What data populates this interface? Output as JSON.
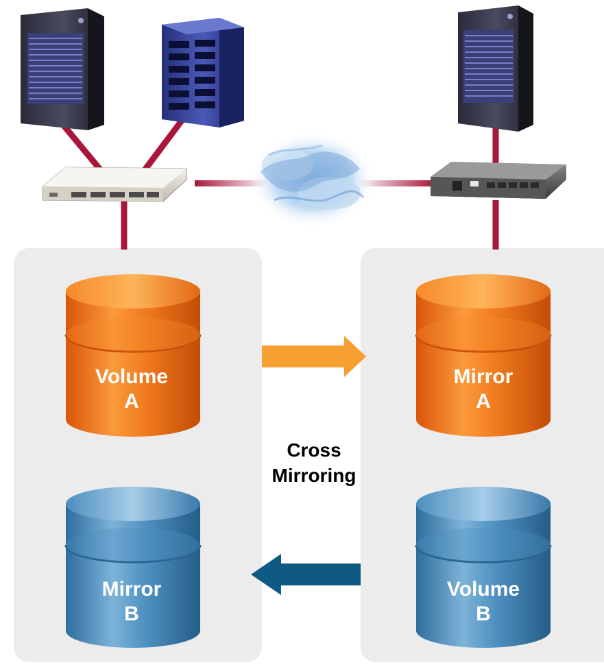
{
  "site_a": {
    "volume_line1": "Volume",
    "volume_line2": "A",
    "mirror_line1": "Mirror",
    "mirror_line2": "B"
  },
  "site_b": {
    "mirror_line1": "Mirror",
    "mirror_line2": "A",
    "volume_line1": "Volume",
    "volume_line2": "B"
  },
  "center": {
    "line1": "Cross",
    "line2": "Mirroring"
  },
  "colors": {
    "link": "#a8163c",
    "orange_disk": "#f27a1c",
    "blue_disk": "#4a8cc0",
    "orange_arrow": "#f5a030",
    "blue_arrow": "#0f5a82",
    "panel": "#ececec"
  },
  "icons": [
    "server-icon",
    "server-rack-icon",
    "switch-icon",
    "network-cloud-icon",
    "disk-cylinder-icon",
    "arrow-right-icon",
    "arrow-left-icon"
  ]
}
